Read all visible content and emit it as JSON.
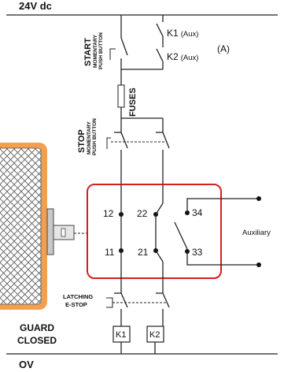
{
  "rails": {
    "top_label": "24V dc",
    "bottom_label": "OV"
  },
  "start_button": {
    "title": "START",
    "line1": "MOMENTARY",
    "line2": "PUSH BUTTON"
  },
  "stop_button": {
    "title": "STOP",
    "line1": "MOMENTARY",
    "line2": "PUSH BUTTON"
  },
  "aux_contacts": {
    "k1_main": "K1",
    "k1_sub": "(Aux)",
    "k2_main": "K2",
    "k2_sub": "(Aux)"
  },
  "circuit_tag": "(A)",
  "fuses_label": "FUSES",
  "interlock": {
    "terminals": [
      "12",
      "22",
      "34",
      "11",
      "21",
      "33"
    ],
    "auxiliary_label": "Auxiliary",
    "frame_color": "#d42020"
  },
  "estop": {
    "line1": "LATCHING",
    "line2": "E-STOP"
  },
  "coils": [
    "K1",
    "K2"
  ],
  "guard": {
    "line1": "GUARD",
    "line2": "CLOSED",
    "frame_color": "#f0a050"
  }
}
